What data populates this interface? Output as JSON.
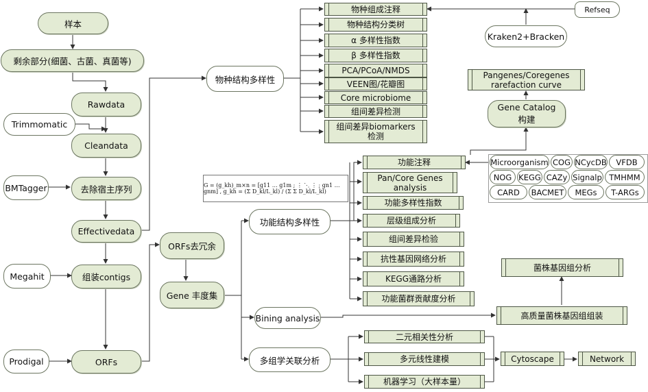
{
  "pipeline": {
    "sample": "样本",
    "remaining": "剩余部分(细菌、古菌、真菌等)",
    "rawdata": "Rawdata",
    "cleandata": "Cleandata",
    "remove_host": "去除宿主序列",
    "effectivedata": "Effectivedata",
    "assembly": "组装contigs",
    "orfs": "ORFs",
    "orfs_dedup": "ORFs去冗余",
    "gene_abundance": "Gene 丰度集"
  },
  "tools": {
    "trimmomatic": "Trimmomatic",
    "bmtagger": "BMTagger",
    "megahit": "Megahit",
    "prodigal": "Prodigal",
    "kraken": "Kraken2+Bracken",
    "refseq": "Refseq",
    "cytoscape": "Cytoscape",
    "network": "Network"
  },
  "species": {
    "title": "物种结构多样性",
    "items": [
      "物种组成注释",
      "物种结构分类树",
      "α 多样性指数",
      "β 多样性指数",
      "PCA/PCoA/NMDS",
      "VEEN图/花瓣图",
      "Core microbiome",
      "组间差异检测",
      "组间差异biomarkers\n检测"
    ]
  },
  "function": {
    "title": "功能结构多样性",
    "items": [
      "功能注释",
      "Pan/Core Genes\nanalysis",
      "功能多样性指数",
      "层级组成分析",
      "组间差异检验",
      "抗性基因网络分析",
      "KEGG通路分析",
      "功能菌群贡献度分析"
    ]
  },
  "gene_catalog": {
    "label": "Gene Catalog\n构建",
    "pangenes": "Pangenes/Coregenes\nrarefaction curve"
  },
  "databases": [
    [
      "Microorganism",
      "COG",
      "NCycDB",
      "VFDB"
    ],
    [
      "NOG",
      "KEGG",
      "CAZy",
      "Signalp",
      "TMHMM"
    ],
    [
      "CARD",
      "BACMET",
      "MEGs",
      "T-ARGs"
    ]
  ],
  "binning": {
    "title": "Bining analysis",
    "assembly": "高质量菌株基因组组装",
    "analysis": "菌株基因组分析"
  },
  "multiomics": {
    "title": "多组学关联分析",
    "items": [
      "二元相关性分析",
      "多元线性建模",
      "机器学习（大样本量）"
    ]
  },
  "formula": {
    "text": "G = (g_kh)_m×n = [g11 … g1m ; ⋮ ⋱ ⋮ ; gn1 … gnm] , g_kh = (Σ D_kl/L_kl) / (Σ Σ D_kl/L_kl)"
  }
}
